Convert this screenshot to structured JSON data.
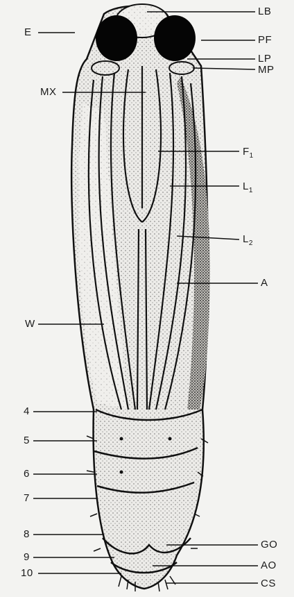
{
  "figure": {
    "labels_right": {
      "lb": "LB",
      "pf": "PF",
      "lp": "LP",
      "mp": "MP",
      "f1_main": "F",
      "f1_sub": "1",
      "l1_main": "L",
      "l1_sub": "1",
      "l2_main": "L",
      "l2_sub": "2",
      "a": "A",
      "go": "GO",
      "ao": "AO",
      "cs": "CS"
    },
    "labels_left": {
      "e": "E",
      "mx": "MX",
      "w": "W",
      "s4": "4",
      "s5": "5",
      "s6": "6",
      "s7": "7",
      "s8": "8",
      "s9": "9",
      "s10": "10"
    }
  }
}
